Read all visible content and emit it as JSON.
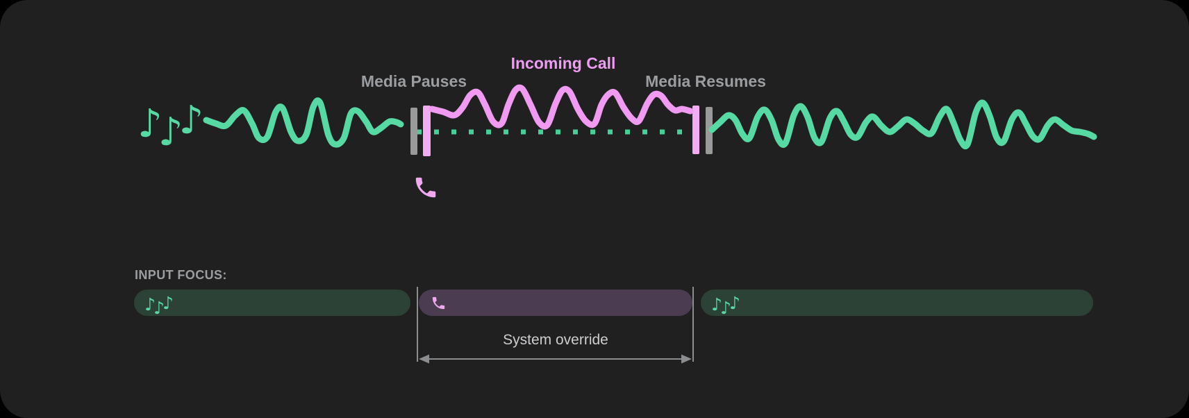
{
  "colors": {
    "background": "#000000",
    "card": "#212021",
    "media_green": "#57d9a4",
    "media_green_muted": "#47cf98",
    "media_dim": "#2c4236",
    "call_pink": "#f09af2",
    "call_pink_text": "#ef9df2",
    "marker_pink": "#f2adf2",
    "call_dim": "#4c3c52",
    "phone_pink": "#f0a9f0",
    "marker_gray": "#9a9a9a",
    "label_gray": "#9b9ea1",
    "annotation_gray": "#8c8d8f",
    "override_text": "#cbcdcf"
  },
  "icons": {
    "music_note_glyph": "♪",
    "music_notes": "music-notes",
    "phone": "phone-handset"
  },
  "timeline": {
    "media_pauses_label": "Media Pauses",
    "incoming_call_label": "Incoming Call",
    "media_resumes_label": "Media Resumes"
  },
  "input_focus": {
    "heading": "INPUT FOCUS:",
    "override_label": "System override",
    "segments": [
      {
        "type": "media",
        "icon": "music-notes"
      },
      {
        "type": "call",
        "icon": "phone"
      },
      {
        "type": "media",
        "icon": "music-notes"
      }
    ]
  }
}
